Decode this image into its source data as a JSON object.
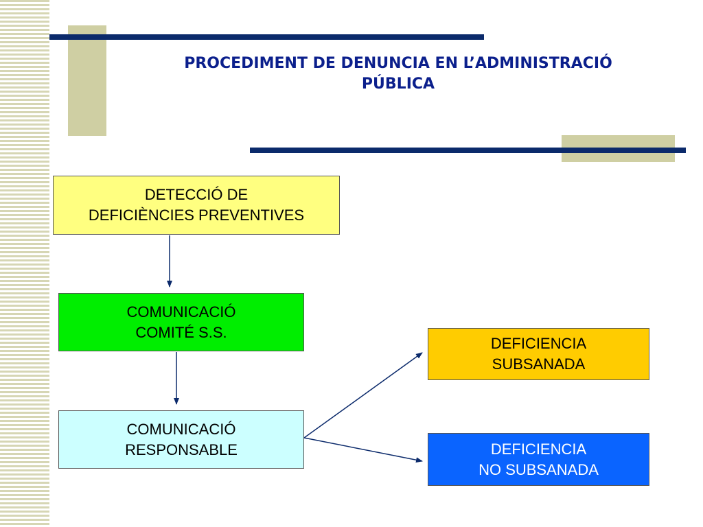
{
  "title": {
    "line1": "PROCEDIMENT DE DENUNCIA EN L’ADMINISTRACIÓ",
    "line2": "PÚBLICA"
  },
  "nodes": {
    "detection": {
      "line1": "DETECCIÓ DE",
      "line2": "DEFICIÈNCIES PREVENTIVES"
    },
    "committee": {
      "line1": "COMUNICACIÓ",
      "line2": "COMITÉ S.S."
    },
    "responsible": {
      "line1": "COMUNICACIÓ",
      "line2": "RESPONSABLE"
    },
    "resolved": {
      "line1": "DEFICIENCIA",
      "line2": "SUBSANADA"
    },
    "unresolved": {
      "line1": "DEFICIENCIA",
      "line2": "NO SUBSANADA"
    }
  },
  "colors": {
    "detection": "#ffff80",
    "committee": "#00ee00",
    "responsible": "#ccffff",
    "resolved": "#ffcc00",
    "unresolved": "#0a64ff",
    "bars": "#0b2a6b",
    "accent": "#cfcfa3",
    "title": "#0b1f8c"
  }
}
